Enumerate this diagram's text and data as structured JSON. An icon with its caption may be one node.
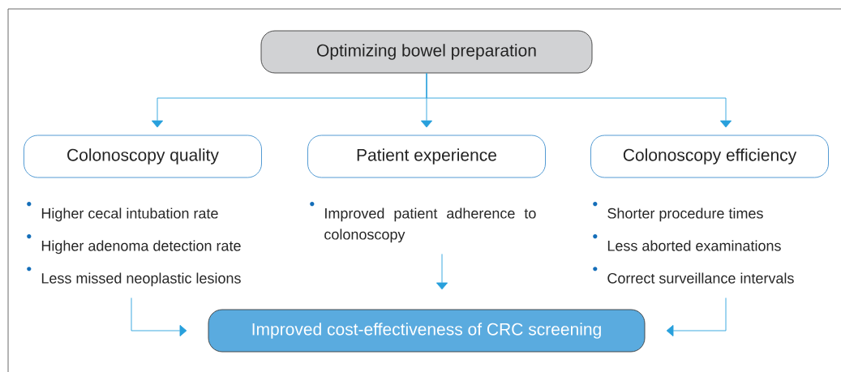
{
  "diagram": {
    "nodes": [
      {
        "text": [
          "Optimizing bowel preparation"
        ]
      },
      {
        "text": [
          "Colonoscopy quality"
        ]
      },
      {
        "text": [
          "Patient experience"
        ]
      },
      {
        "text": [
          "Colonoscopy efficiency"
        ]
      },
      {
        "text": [
          "Higher cecal intubation rate",
          "Higher adenoma detection rate",
          "Less missed neoplastic lesions"
        ]
      },
      {
        "text": [
          "Improved patient adherence to colonoscopy"
        ]
      },
      {
        "text": [
          "Shorter procedure times",
          "Less aborted examinations",
          "Correct surveillance intervals"
        ]
      },
      {
        "text": [
          "Improved cost-effectiveness of CRC screening"
        ]
      }
    ],
    "edges": [
      {
        "from": 0,
        "to": 1,
        "arrow": "to"
      },
      {
        "from": 0,
        "to": 2,
        "arrow": "to"
      },
      {
        "from": 0,
        "to": 3,
        "arrow": "to"
      },
      {
        "from": 4,
        "to": 7,
        "arrow": "to"
      },
      {
        "from": 5,
        "to": 7,
        "arrow": "to"
      },
      {
        "from": 6,
        "to": 7,
        "arrow": "to"
      }
    ]
  }
}
